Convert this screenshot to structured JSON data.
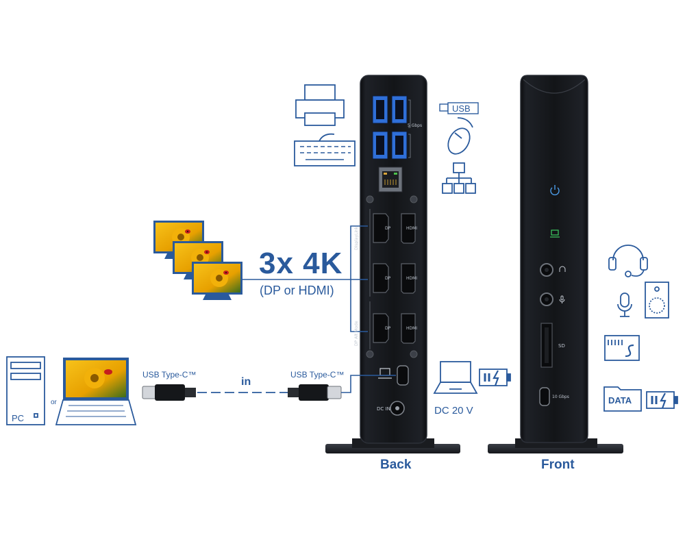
{
  "headline": {
    "resolution": "3x 4K",
    "ports": "(DP or HDMI)"
  },
  "back_panel": {
    "caption": "Back",
    "usb_speed": "5 Gbps",
    "dp_label": "DP",
    "hdmi_label": "HDMI",
    "displaylink_label": "DisplayLink",
    "alt_mode_label": "DP Alt Mode",
    "dc_in_label": "DC IN"
  },
  "front_panel": {
    "caption": "Front",
    "sd_label": "SD",
    "usbc_speed": "10 Gbps"
  },
  "connection": {
    "host_cable_label": "USB Type-C™",
    "dock_cable_label": "USB Type-C™",
    "in_label": "in",
    "or_label": "or",
    "pc_label": "PC"
  },
  "peripherals": {
    "usb_label": "USB",
    "power_label": "DC 20 V",
    "data_label": "DATA"
  },
  "colors": {
    "accent": "#2a5a9c",
    "device": "#121418",
    "device_edge": "#2c3038",
    "usb_port": "#2f6fd8"
  },
  "icons": [
    "printer-icon",
    "keyboard-icon",
    "usb-stick-icon",
    "mouse-icon",
    "network-icon",
    "monitor-icon",
    "pc-tower-icon",
    "laptop-icon",
    "charging-battery-icon",
    "headset-icon",
    "microphone-icon",
    "speaker-icon",
    "sd-card-icon",
    "power-icon",
    "laptop-power-icon"
  ]
}
